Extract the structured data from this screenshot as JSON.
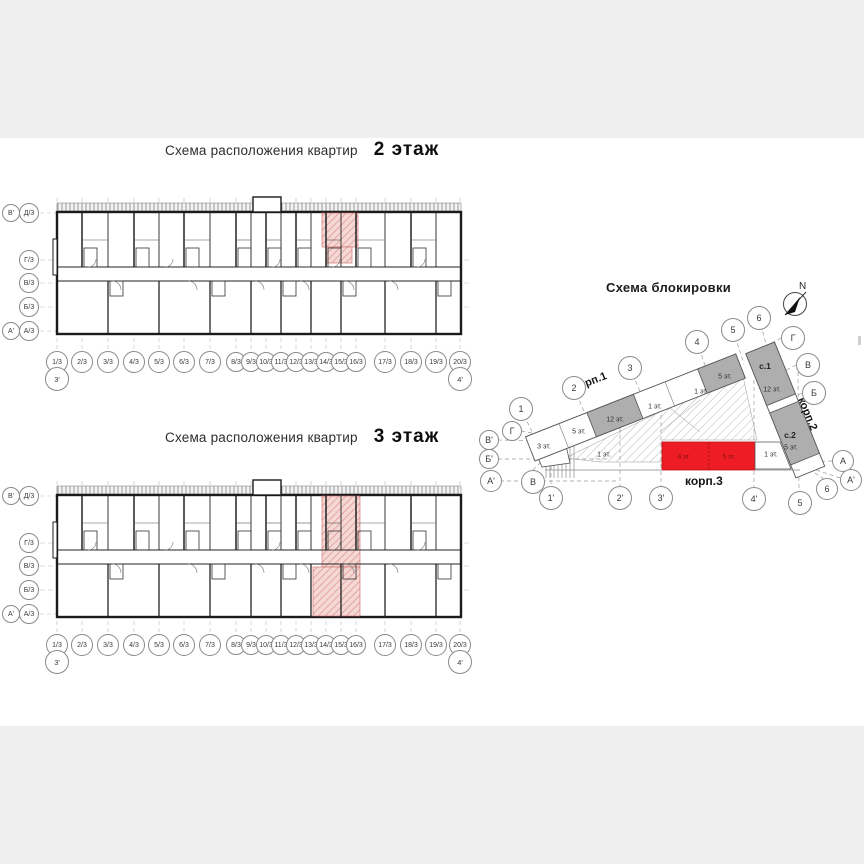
{
  "page": {
    "background": "#efefef",
    "canvas_background": "#ffffff"
  },
  "floor_plan_2": {
    "title": "Схема расположения квартир",
    "floor_label": "2 этаж"
  },
  "floor_plan_3": {
    "title": "Схема расположения квартир",
    "floor_label": "3 этаж"
  },
  "axes": {
    "bottom": [
      "1/3",
      "2/3",
      "3/3",
      "4/3",
      "5/3",
      "6/3",
      "7/3",
      "8/3",
      "9/3",
      "10/3",
      "11/3",
      "12/3",
      "13/3",
      "14/3",
      "15/3",
      "16/3",
      "17/3",
      "18/3",
      "19/3",
      "20/3"
    ],
    "bottom_secondary_left": "3'",
    "bottom_secondary_right": "4'",
    "left": [
      "В'",
      "Д/3",
      "Г/3",
      "В/3",
      "Б/3",
      "А'",
      "А/3"
    ]
  },
  "blocking_scheme": {
    "title": "Схема блокировки",
    "north_label": "N",
    "building_labels": {
      "korp1": "корп.1",
      "korp2": "корп.2",
      "korp3": "корп.3"
    },
    "floor_labels": [
      "3 эт.",
      "5 эт.",
      "12 эт.",
      "1 эт.",
      "1 эт.",
      "1 эт.",
      "5 эт.",
      "с.1",
      "12 эт.",
      "с.2",
      "5 эт.",
      "1 эт.",
      "4 эт.",
      "5 эт."
    ],
    "axis_circles": [
      "1",
      "2",
      "3",
      "4",
      "5",
      "6",
      "Г",
      "В",
      "Б",
      "А",
      "А'",
      "6",
      "5",
      "4'",
      "3'",
      "2'",
      "1'",
      "В",
      "А'",
      "Б'",
      "В'",
      "Г"
    ],
    "colors": {
      "highlight_red": "#ee1c25",
      "block_gray": "#aeaeae",
      "plan_pink": "#f5d8d4"
    }
  }
}
